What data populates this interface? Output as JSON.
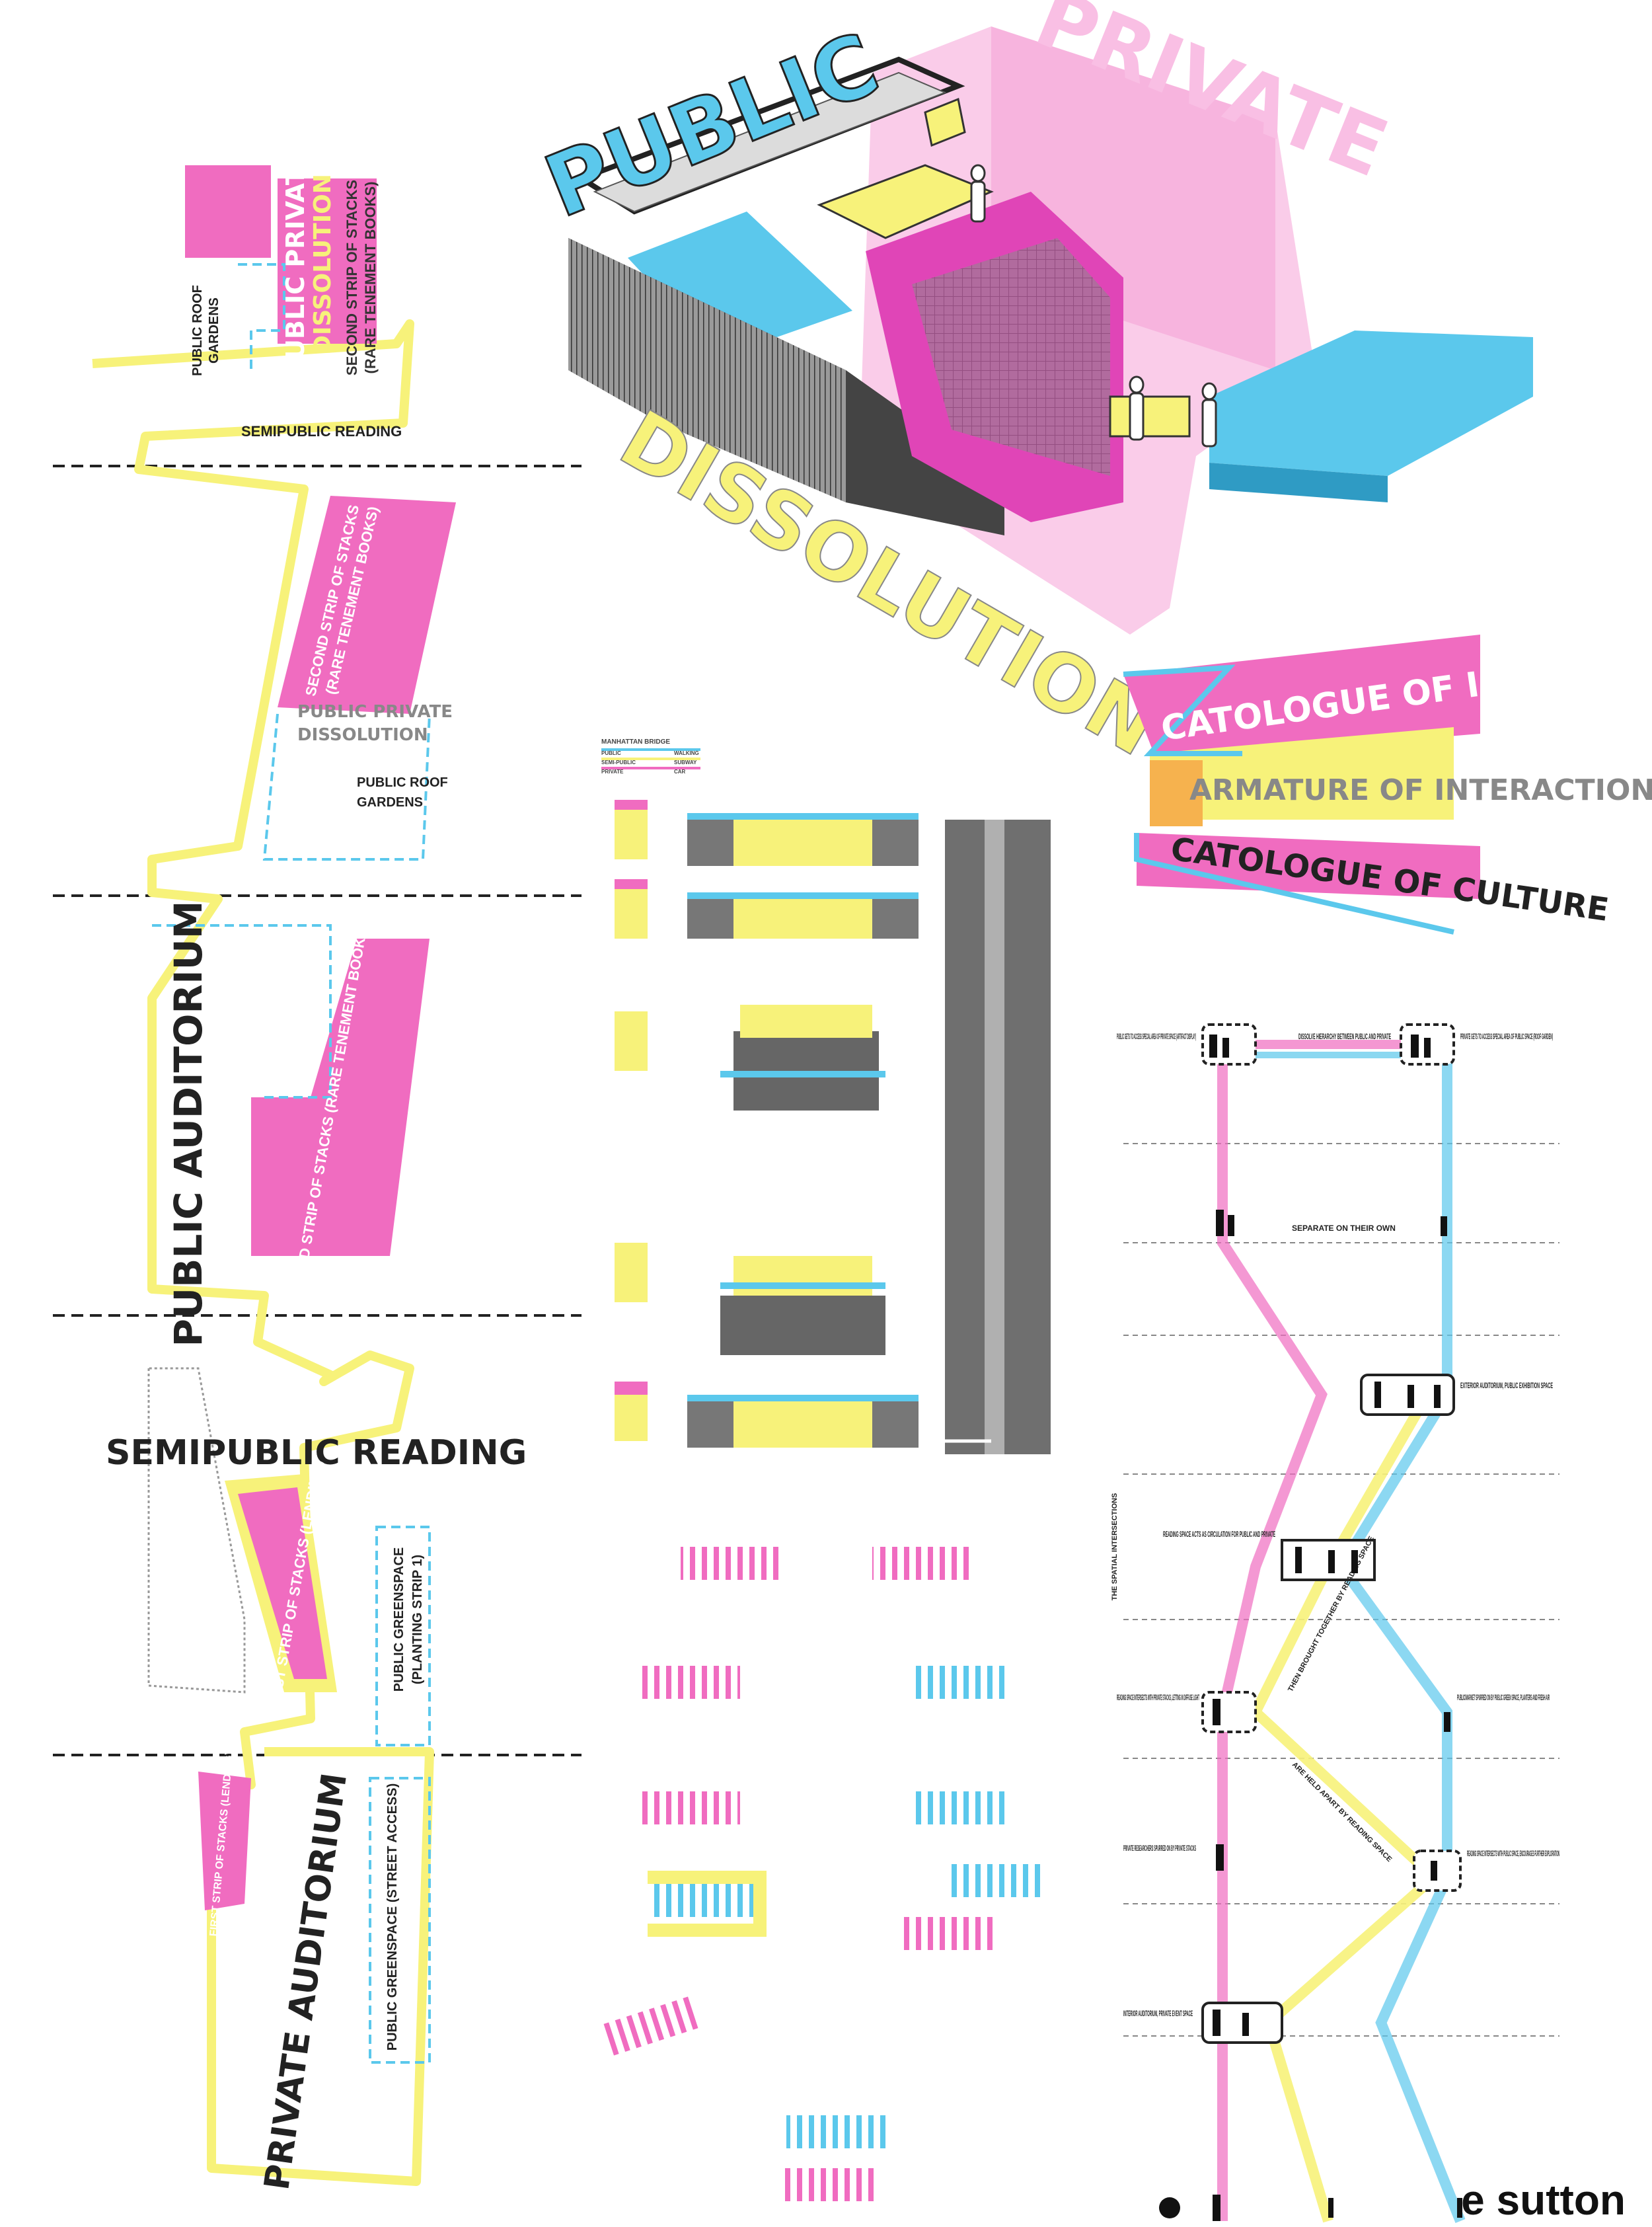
{
  "colors": {
    "pink": "#f06cc0",
    "cyan": "#5bc8ec",
    "yellow": "#f7f27a",
    "orange": "#f6b24e",
    "dark": "#222222"
  },
  "isometric": {
    "label_public": "PUBLIC",
    "label_private": "PRIVATE",
    "label_dissolution": "DISSOLUTION"
  },
  "left_strip": {
    "sec1": {
      "public_private": "PUBLIC PRIVATE",
      "dissolution": "DISSOLUTION",
      "stacks_line1": "SECOND STRIP OF STACKS",
      "stacks_line2": "(RARE TENEMENT BOOKS)",
      "roof_line1": "PUBLIC ROOF",
      "roof_line2": "GARDENS",
      "semipublic": "SEMIPUBLIC READING"
    },
    "sec2": {
      "stacks_line1": "SECOND STRIP OF STACKS",
      "stacks_line2": "(RARE TENEMENT BOOKS)",
      "public_private": "PUBLIC PRIVATE",
      "dissolution": "DISSOLUTION",
      "roof_line1": "PUBLIC ROOF",
      "roof_line2": "GARDENS"
    },
    "sec3": {
      "auditorium": "PUBLIC AUDITORIUM",
      "stacks": "SECOND STRIP OF STACKS (RARE TENEMENT BOOKS)"
    },
    "sec4": {
      "semipublic": "SEMIPUBLIC READING",
      "first_strip": "FIRST STRIP OF STACKS (LENDING)",
      "green_line1": "PUBLIC GREENSPACE",
      "green_line2": "(PLANTING STRIP 1)"
    },
    "sec5": {
      "first_strip": "FIRST STRIP OF STACKS (LENDING)",
      "private_auditorium": "PRIVATE AUDITORIUM",
      "green_street": "PUBLIC GREENSPACE (STREET ACCESS)"
    }
  },
  "catalogue": {
    "info": "CATOLOGUE OF INFORMATION",
    "armature": "ARMATURE OF INTERACTION",
    "culture": "CATOLOGUE OF CULTURE"
  },
  "sections_legend": {
    "title": "MANHATTAN BRIDGE",
    "rows": [
      [
        "PUBLIC",
        "WALKING"
      ],
      [
        "SEMI-PUBLIC",
        "SUBWAY"
      ],
      [
        "PRIVATE",
        "CAR"
      ]
    ]
  },
  "intersections": {
    "vertical_title": "THE SPATIAL INTERSECTIONS",
    "top_left": "PUBLIC GETS TO ACCESS SPECIAL AREA OF PRIVATE SPACE (ARTIFACT DISPLAY)",
    "top_mid": "DISSOLVE HIERARCHY BETWEEN PUBLIC AND PRIVATE",
    "top_right": "PRIVATE GETS TO ACCESS SPECIAL AREA OF PUBLIC SPACE (ROOF GARDEN)",
    "separate": "SEPARATE ON THEIR OWN",
    "exterior": "EXTERIOR AUDITORIUM, PUBLIC EXHIBITION SPACE",
    "reading_circ": "READING SPACE ACTS AS CIRCULATION FOR PUBLIC AND PRIVATE",
    "brought_together": "THEN BROUGHT TOGETHER BY READING SPACE",
    "reading_private": "READING SPACE INTERSECTS WITH PRIVATE STACKS, LETTING IN DIFFUSE LIGHT",
    "market": "PUBLIC/MARKET SPURRED ON BY PUBLIC GREEN SPACE, PLANTERS AND FRESH AIR",
    "held_apart": "ARE HELD APART BY READING SPACE",
    "researchers": "PRIVATE RESEARCHERS SPURRED ON BY PRIVATE STACKS",
    "reading_public": "READING SPACE INTERSECTS WITH PUBLIC SPACE, ENCOURAGES FURTHER EXPLORATION",
    "interior": "INTERIOR AUDITORIUM, PRIVATE EVENT SPACE"
  },
  "author": "e sutton"
}
